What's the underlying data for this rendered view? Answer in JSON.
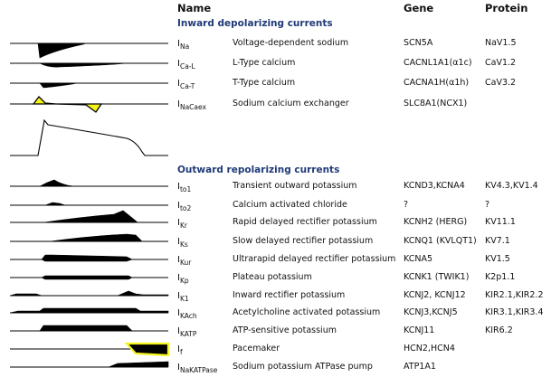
{
  "headers": {
    "name": "Name",
    "gene": "Gene",
    "protein": "Protein"
  },
  "sections": {
    "inward": "Inward depolarizing currents",
    "outward": "Outward repolarizing currents"
  },
  "inward_rows": [
    {
      "sym": "I",
      "sub": "Na",
      "desc": "Voltage-dependent sodium",
      "gene": "SCN5A",
      "protein": "NaV1.5",
      "shape": "na"
    },
    {
      "sym": "I",
      "sub": "Ca-L",
      "desc": "L-Type calcium",
      "gene": "CACNL1A1(α1c)",
      "protein": "CaV1.2",
      "shape": "cal"
    },
    {
      "sym": "I",
      "sub": "Ca-T",
      "desc": "T-Type calcium",
      "gene": "CACNA1H(α1h)",
      "protein": "CaV3.2",
      "shape": "cat"
    },
    {
      "sym": "I",
      "sub": "NaCaex",
      "desc": "Sodium calcium exchanger",
      "gene": "SLC8A1(NCX1)",
      "protein": "",
      "shape": "ncx"
    }
  ],
  "outward_rows": [
    {
      "sym": "I",
      "sub": "to1",
      "desc": "Transient outward potassium",
      "gene": "KCND3,KCNA4",
      "protein": "KV4.3,KV1.4",
      "shape": "to1"
    },
    {
      "sym": "I",
      "sub": "to2",
      "desc": "Calcium activated chloride",
      "gene": "?",
      "protein": "?",
      "shape": "to2"
    },
    {
      "sym": "I",
      "sub": "Kr",
      "desc": "Rapid delayed rectifier potassium",
      "gene": "KCNH2 (HERG)",
      "protein": "KV11.1",
      "shape": "kr"
    },
    {
      "sym": "I",
      "sub": "Ks",
      "desc": "Slow delayed rectifier potassium",
      "gene": "KCNQ1 (KVLQT1)",
      "protein": "KV7.1",
      "shape": "ks"
    },
    {
      "sym": "I",
      "sub": "Kur",
      "desc": "Ultrarapid delayed rectifier potassium",
      "gene": "KCNA5",
      "protein": "KV1.5",
      "shape": "kur"
    },
    {
      "sym": "I",
      "sub": "Kp",
      "desc": "Plateau potassium",
      "gene": "KCNK1 (TWIK1)",
      "protein": "K2p1.1",
      "shape": "kp"
    },
    {
      "sym": "I",
      "sub": "K1",
      "desc": "Inward rectifier potassium",
      "gene": "KCNJ2, KCNJ12",
      "protein": "KIR2.1,KIR2.2",
      "shape": "k1"
    },
    {
      "sym": "I",
      "sub": "KAch",
      "desc": "Acetylcholine activated potassium",
      "gene": "KCNJ3,KCNJ5",
      "protein": "KIR3.1,KIR3.4",
      "shape": "kach"
    },
    {
      "sym": "I",
      "sub": "KATP",
      "desc": "ATP-sensitive potassium",
      "gene": "KCNJ11",
      "protein": "KIR6.2",
      "shape": "katp"
    },
    {
      "sym": "I",
      "sub": "f",
      "desc": "Pacemaker",
      "gene": "HCN2,HCN4",
      "protein": "",
      "shape": "f"
    },
    {
      "sym": "I",
      "sub": "NaKATPase",
      "desc": "Sodium potassium ATPase pump",
      "gene": "ATP1A1",
      "protein": "",
      "shape": "nak"
    }
  ],
  "colors": {
    "highlight": "#f5f51e",
    "trace": "#000000",
    "section": "#1f3a78"
  }
}
